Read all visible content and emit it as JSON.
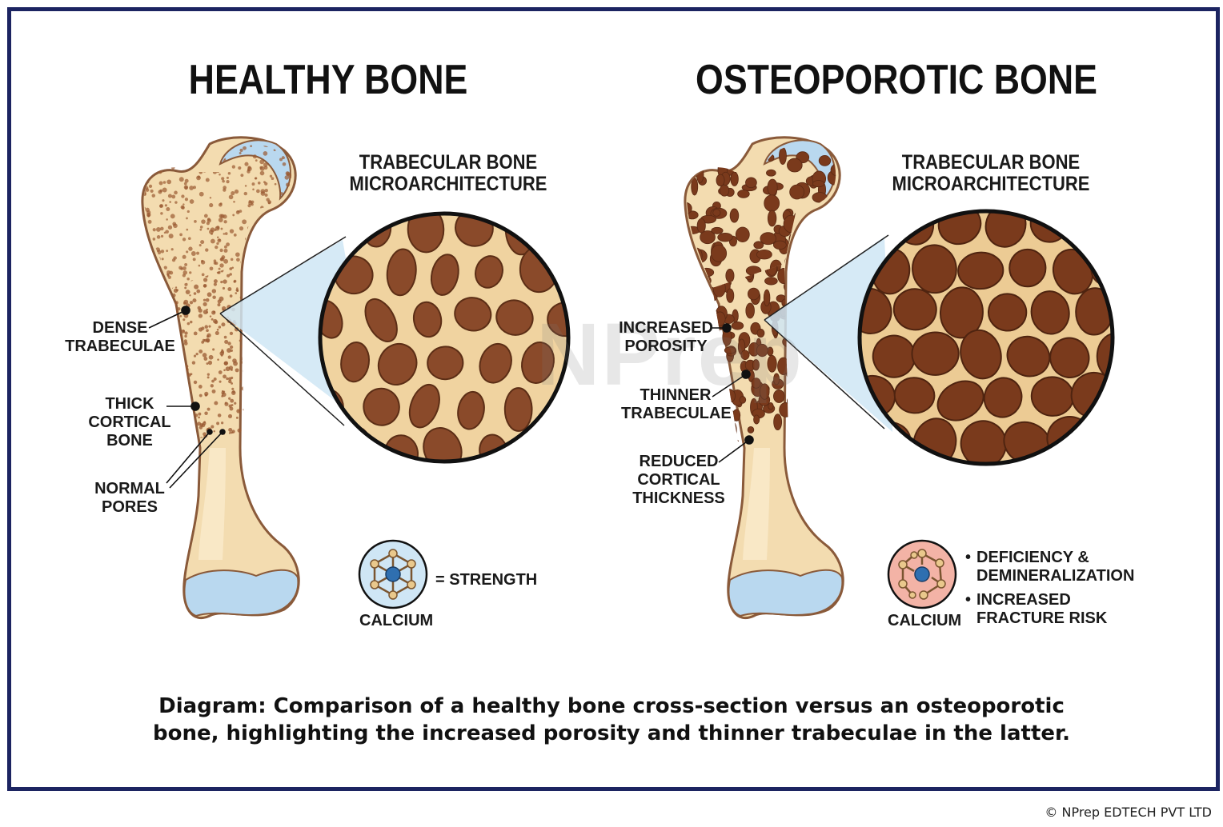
{
  "healthy": {
    "title": "HEALTHY BONE",
    "micro_line1": "TRABECULAR BONE",
    "micro_line2": "MICROARCHITECTURE",
    "labels": {
      "dense_1": "DENSE",
      "dense_2": "TRABECULAE",
      "thick_1": "THICK",
      "thick_2": "CORTICAL",
      "thick_3": "BONE",
      "pores_1": "NORMAL",
      "pores_2": "PORES"
    },
    "calcium_label": "CALCIUM",
    "calcium_effect": "= STRENGTH"
  },
  "osteoporotic": {
    "title": "OSTEOPOROTIC BONE",
    "micro_line1": "TRABECULAR BONE",
    "micro_line2": "MICROARCHITECTURE",
    "labels": {
      "porosity_1": "INCREASED",
      "porosity_2": "POROSITY",
      "thinner_1": "THINNER",
      "thinner_2": "TRABECULAE",
      "reduced_1": "REDUCED",
      "reduced_2": "CORTICAL",
      "reduced_3": "THICKNESS"
    },
    "calcium_label": "CALCIUM",
    "bullets": [
      {
        "line1": "DEFICIENCY &",
        "line2": "DEMINERALIZATION"
      },
      {
        "line1": "INCREASED",
        "line2": "FRACTURE RISK"
      }
    ]
  },
  "watermark": "NPrep",
  "caption_line1": "Diagram: Comparison of a healthy bone cross-section versus an osteoporotic",
  "caption_line2": "bone, highlighting the increased porosity and thinner trabeculae in the latter.",
  "copyright": "© NPrep EDTECH PVT LTD",
  "colors": {
    "frame": "#1c2461",
    "bone": "#f3dcb0",
    "bone_outline": "#8a5a3a",
    "cartilage": "#b9d8ef",
    "marrow_healthy": "#8a4a2a",
    "marrow_osteo": "#7a3a1c",
    "calcium_healthy_bg": "#cfe6f5",
    "calcium_osteo_bg": "#f3b3a6"
  }
}
